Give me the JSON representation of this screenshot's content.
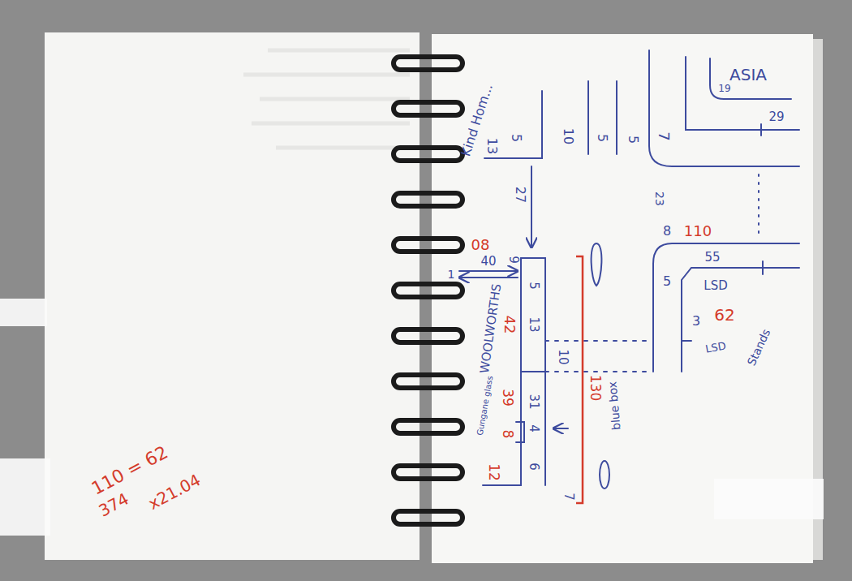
{
  "diagram": {
    "labels": [
      "110 = 62",
      "374",
      "x21.04",
      "Kind Hom...",
      "13",
      "5",
      "10",
      "5",
      "5",
      "7",
      "ASIA",
      "19",
      "29",
      "27",
      "23",
      "8",
      "110",
      "55",
      "5",
      "LSD",
      "3",
      "62",
      "LSD",
      "Stands",
      "08",
      "40",
      "1",
      "9",
      "WOOLWORTHS",
      "5",
      "13",
      "42",
      "10",
      "130",
      "blue box",
      "Gungane glass",
      "39",
      "31",
      "8",
      "4",
      "12",
      "6",
      "7"
    ]
  }
}
